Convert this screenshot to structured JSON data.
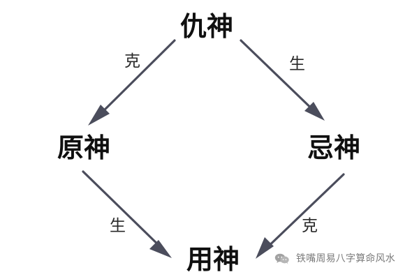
{
  "nodes": {
    "top": "仇神",
    "left": "原神",
    "right": "忌神",
    "bottom": "用神"
  },
  "edges": {
    "top_left": "克",
    "top_right": "生",
    "left_bottom": "生",
    "right_bottom": "克"
  },
  "watermark": {
    "text": "铁嘴周易八字算命风水"
  },
  "colors": {
    "arrow": "#4b4d5c",
    "text": "#101010"
  },
  "icons": {
    "wechat": "wechat-icon"
  }
}
